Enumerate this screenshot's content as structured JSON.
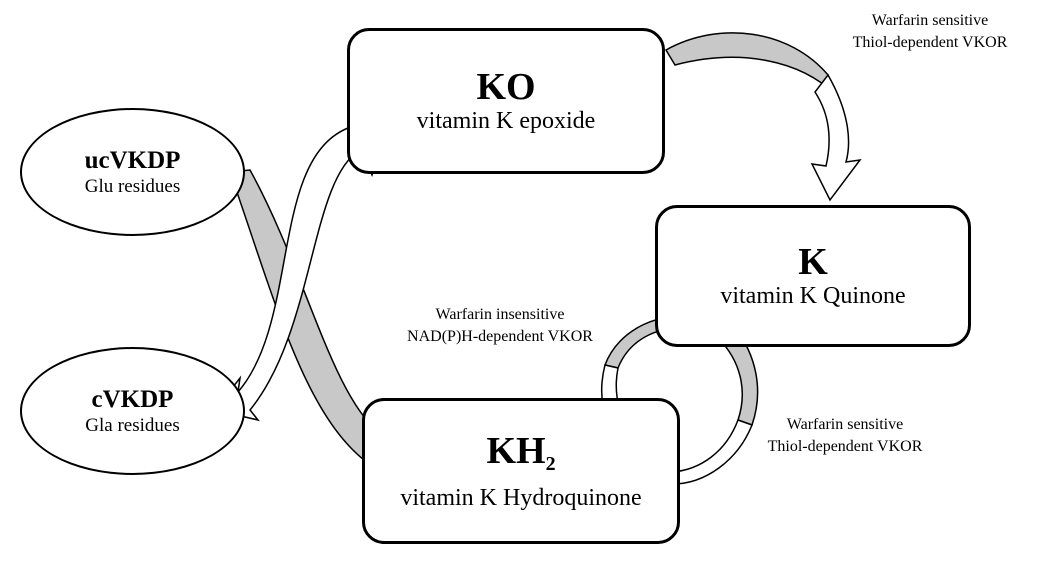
{
  "nodes": {
    "ko": {
      "title": "KO",
      "subtitle": "vitamin K epoxide"
    },
    "k": {
      "title": "K",
      "subtitle": "vitamin K Quinone"
    },
    "kh2": {
      "title_main": "KH",
      "title_sub": "2",
      "subtitle": "vitamin K Hydroquinone"
    },
    "ucvkdp": {
      "title": "ucVKDP",
      "subtitle": "Glu residues"
    },
    "cvkdp": {
      "title": "cVKDP",
      "subtitle": "Gla residues"
    }
  },
  "labels": {
    "top_vkor": {
      "line1": "Warfarin sensitive",
      "line2": "Thiol-dependent VKOR"
    },
    "mid_vkor": {
      "line1": "Warfarin insensitive",
      "line2": "NAD(P)H-dependent VKOR"
    },
    "bottom_vkor": {
      "line1": "Warfarin sensitive",
      "line2": "Thiol-dependent VKOR"
    }
  },
  "colors": {
    "arrow_gray": "#c8c8c8",
    "arrow_white": "#ffffff",
    "stroke": "#000000"
  }
}
